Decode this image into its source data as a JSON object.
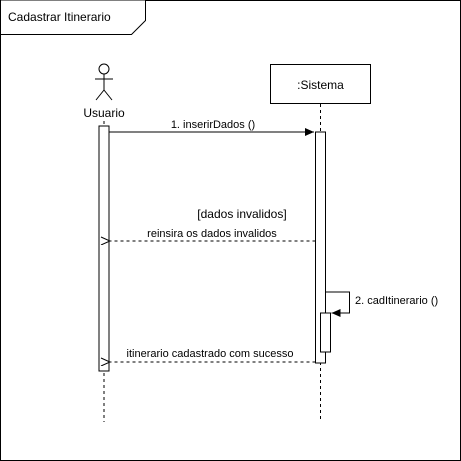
{
  "frame": {
    "title": "Cadastrar Itinerario"
  },
  "actor": {
    "name": "Usuario"
  },
  "system": {
    "name": ":Sistema"
  },
  "messages": [
    {
      "label": "1. inserirDados ()"
    },
    {
      "label": "[dados invalidos]"
    },
    {
      "label": "reinsira os dados invalidos"
    },
    {
      "label": "2. cadItinerario ()"
    },
    {
      "label": "itinerario cadastrado com sucesso"
    }
  ]
}
